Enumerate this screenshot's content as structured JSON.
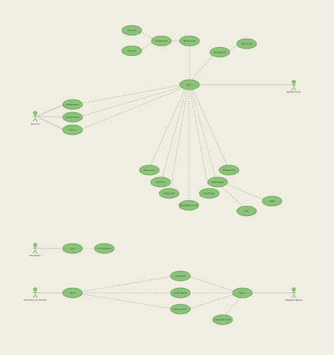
{
  "diagram": {
    "actors": {
      "new_user": "New User",
      "registered_user": "Registered User",
      "new_reader": "New Reader",
      "registered_reader": "Registered Reader",
      "application_administrator": "Application Administrator"
    },
    "use_cases": {
      "sign_in": "Sign in",
      "browse_books": "Browse Books",
      "browse_reader": "Browse Reader",
      "sign_up": "Sign Up",
      "find_book": "Find book",
      "add_book": "Add book",
      "confirm_book": "Confirm book",
      "borrow_book": "Borrow book",
      "return_book": "Return book",
      "manage_book": "Manage book",
      "review_book": "Review book",
      "edit_book": "Edit book",
      "delete_book": "Delete book",
      "return_borrow_book": "Return/Borrow book",
      "search_book": "Search book",
      "update_profile": "Update profile",
      "delete_reader": "Delete Reader",
      "edit": "Edit",
      "delete": "Delete",
      "send": "Send",
      "fill_information": "Fill information",
      "add_reader": "Add Reader",
      "modify_reader": "Modify Reader",
      "remove_reader": "Remove reader",
      "add_reader_to_list": "Add reader to list",
      "sign_in_admin": "Sign in",
      "sign_in_reader": "Sign in"
    }
  }
}
